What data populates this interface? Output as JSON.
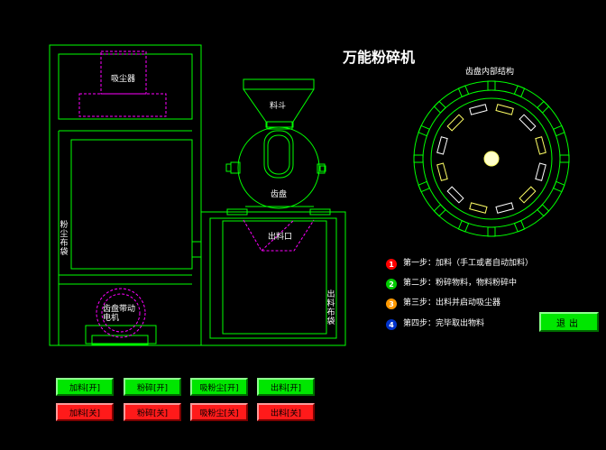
{
  "title": "万能粉碎机",
  "subtitle": "齿盘内部结构",
  "labels": {
    "dust_collector": "吸尘器",
    "hopper": "料斗",
    "gear_disc": "齿盘",
    "outlet": "出料口",
    "dust_bag": "粉尘布袋",
    "output_bag": "出料布袋",
    "motor": "齿盘带动电机"
  },
  "steps": [
    {
      "num": "1",
      "color": "#ff0000",
      "text": "第一步：加料（手工或者自动加料）"
    },
    {
      "num": "2",
      "color": "#00cc00",
      "text": "第二步：粉碎物料，物料粉碎中"
    },
    {
      "num": "3",
      "color": "#ff9900",
      "text": "第三步：出料并启动吸尘器"
    },
    {
      "num": "4",
      "color": "#0033cc",
      "text": "第四步：完毕取出物料"
    }
  ],
  "buttons_on": [
    "加料[开]",
    "粉碎[开]",
    "吸粉尘[开]",
    "出料[开]"
  ],
  "buttons_off": [
    "加料[关]",
    "粉碎[关]",
    "吸粉尘[关]",
    "出料[关]"
  ],
  "exit_label": "退出",
  "colors": {
    "outline": "#00ff00",
    "hidden": "#ff00ff",
    "on": "#00e600",
    "off": "#ff1a1a"
  }
}
